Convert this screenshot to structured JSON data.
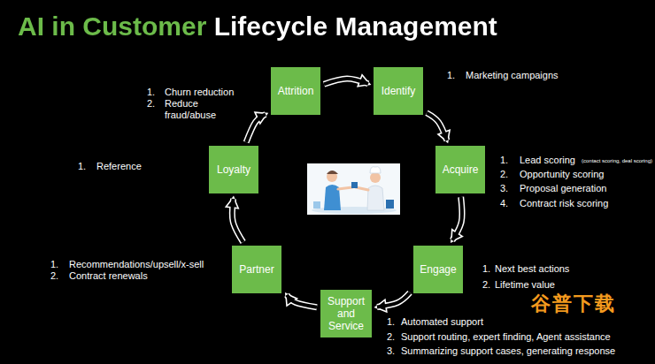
{
  "diagram": {
    "title": "AI in Customer Lifecycle Management",
    "nodes": [
      {
        "text": [
          "Attrition"
        ]
      },
      {
        "text": [
          "Identify"
        ]
      },
      {
        "text": [
          "Acquire"
        ]
      },
      {
        "text": [
          "Engage"
        ]
      },
      {
        "text": [
          "Support and Service"
        ]
      },
      {
        "text": [
          "Partner"
        ]
      },
      {
        "text": [
          "Loyalty"
        ]
      }
    ],
    "edges": [
      {
        "from": 0,
        "to": 1,
        "arrow": "to"
      },
      {
        "from": 1,
        "to": 2,
        "arrow": "to"
      },
      {
        "from": 2,
        "to": 3,
        "arrow": "to"
      },
      {
        "from": 3,
        "to": 4,
        "arrow": "to"
      },
      {
        "from": 4,
        "to": 5,
        "arrow": "to"
      },
      {
        "from": 5,
        "to": 6,
        "arrow": "to"
      },
      {
        "from": 6,
        "to": 0,
        "arrow": "to"
      }
    ],
    "labels": [
      "1.",
      "Churn reduction",
      "2.",
      "Reduce fraud/abuse",
      "1.",
      "Marketing campaigns",
      "1.",
      "Lead scoring",
      "(contact scoring, deal scoring)",
      "2.",
      "Opportunity scoring",
      "3.",
      "Proposal generation",
      "4.",
      "Contract risk scoring",
      "1.",
      "Next best actions",
      "2.",
      "Lifetime value",
      "1.",
      "Automated support",
      "2.",
      "Support routing, expert finding, Agent assistance",
      "3.",
      "Summarizing support cases, generating response",
      "1.",
      "Reference",
      "1.",
      "Recommendations/upsell/x-sell",
      "2.",
      "Contract renewals",
      "谷普下载"
    ]
  }
}
